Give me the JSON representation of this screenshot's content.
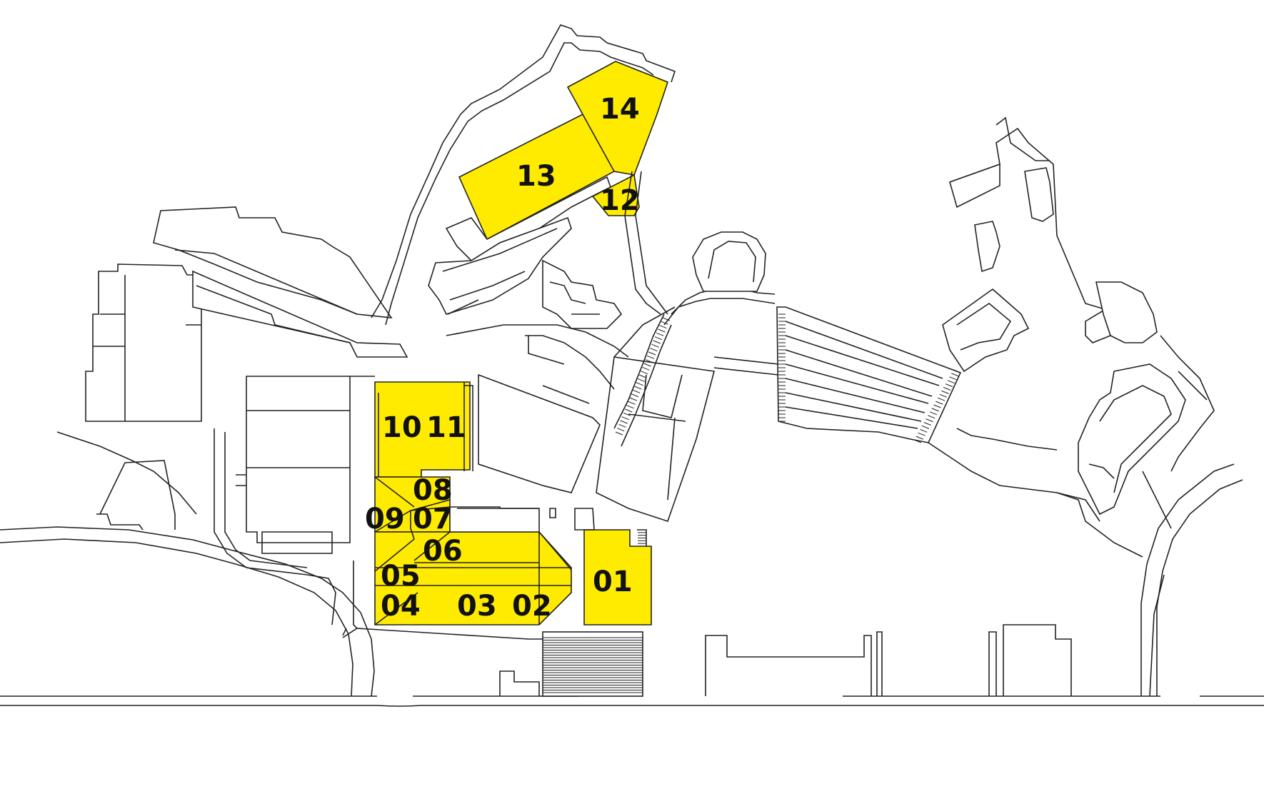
{
  "colors": {
    "highlight": "#ffeb00",
    "line": "#222222",
    "background": "#ffffff",
    "label": "#111111"
  },
  "labels": {
    "b01": "01",
    "b02": "02",
    "b03": "03",
    "b04": "04",
    "b05": "05",
    "b06": "06",
    "b07": "07",
    "b08": "08",
    "b09": "09",
    "b10": "10",
    "b11": "11",
    "b12": "12",
    "b13": "13",
    "b14": "14"
  }
}
